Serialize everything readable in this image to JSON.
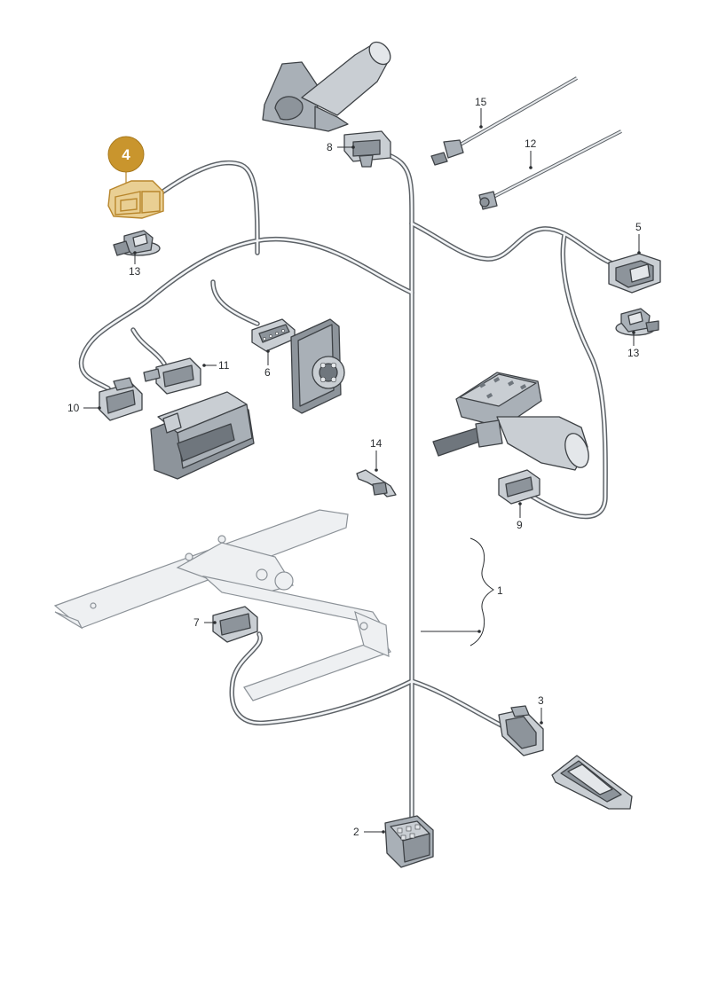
{
  "diagram": {
    "highlighted_part": "4",
    "callouts": [
      "1",
      "2",
      "3",
      "4",
      "5",
      "6",
      "7",
      "8",
      "9",
      "10",
      "11",
      "12",
      "13",
      "13",
      "14",
      "15"
    ]
  }
}
